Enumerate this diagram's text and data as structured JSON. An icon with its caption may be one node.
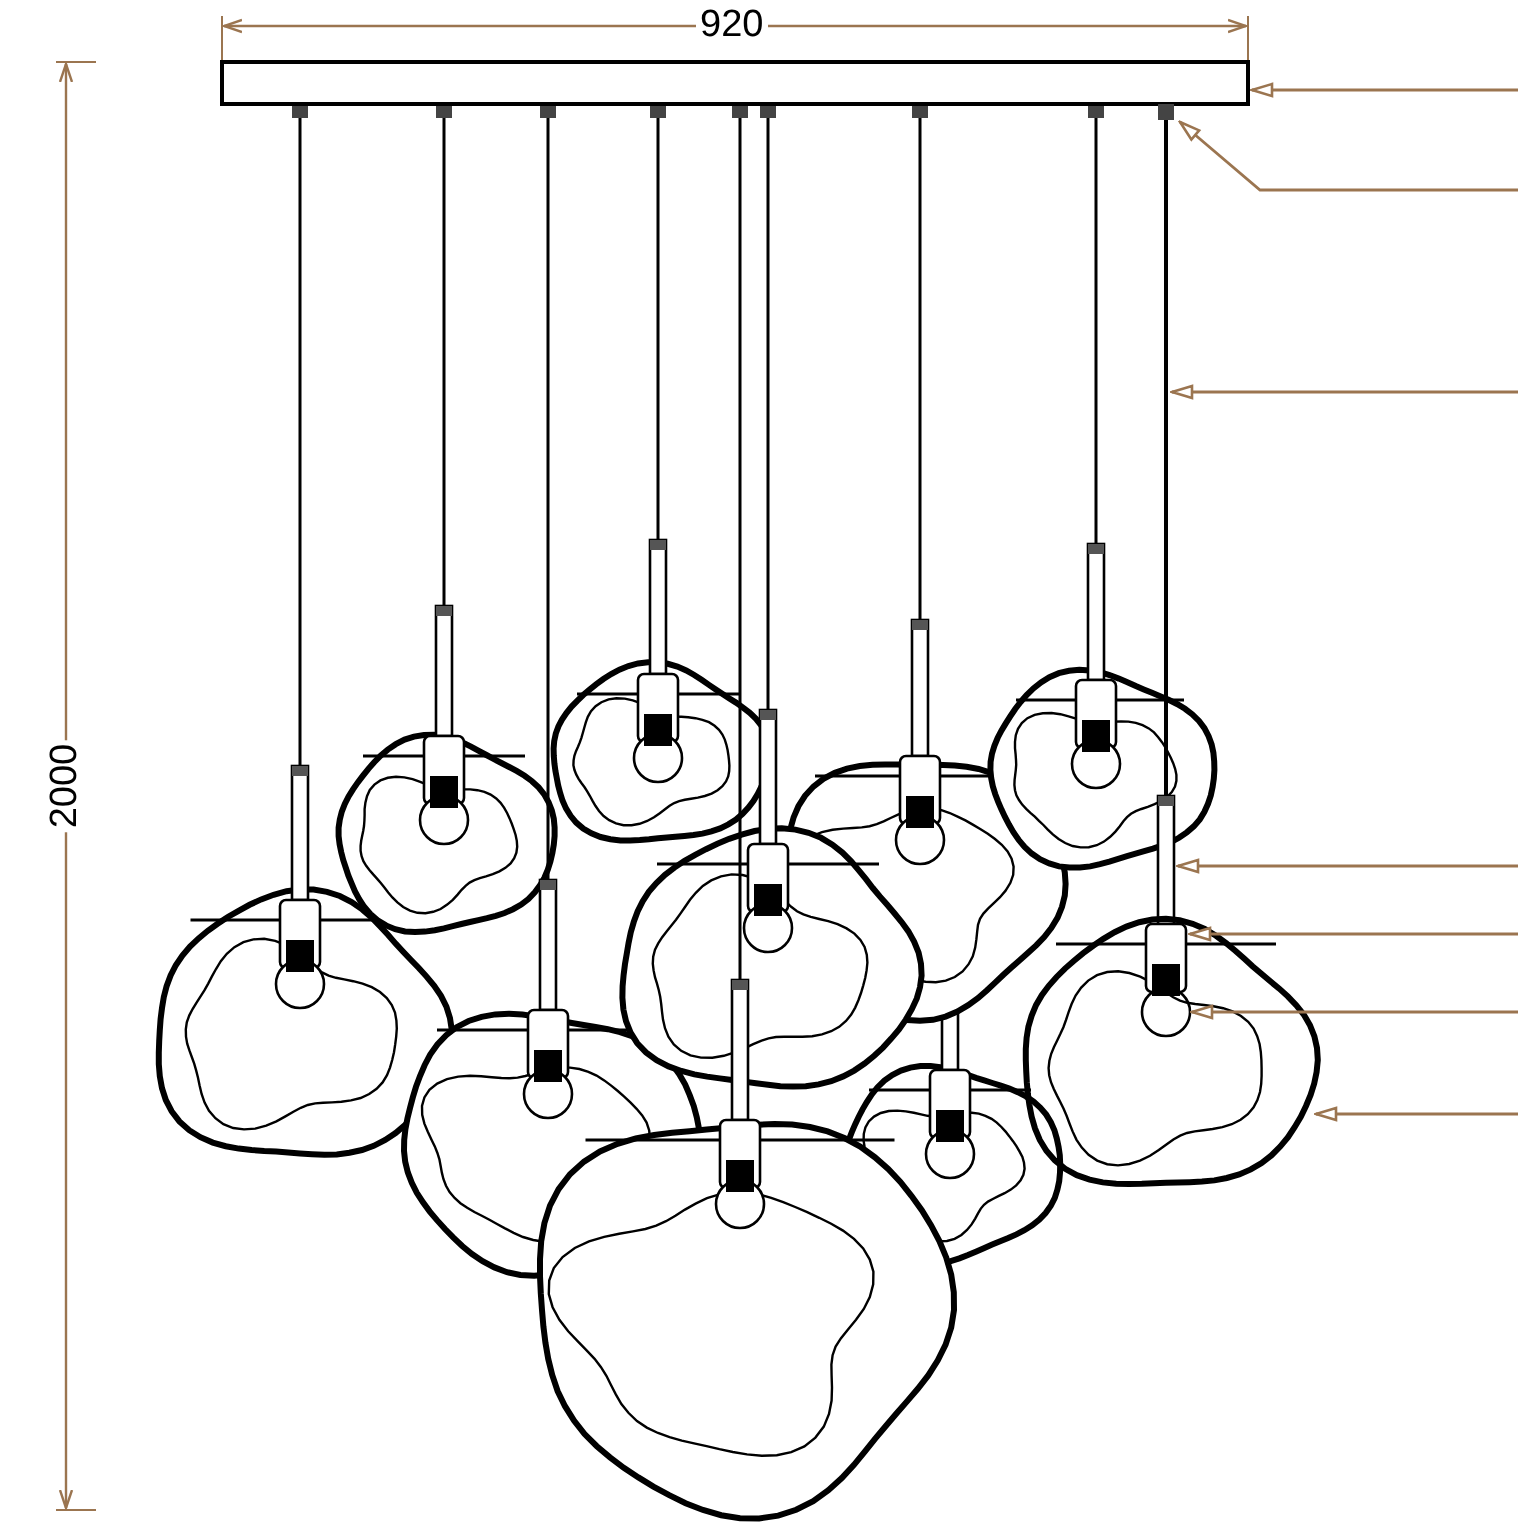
{
  "diagram": {
    "nodes": [
      {
        "text": [],
        "shape": "bar"
      },
      {
        "text": [],
        "shape": "box"
      },
      {
        "text": [],
        "shape": "line"
      },
      {
        "text": [],
        "shape": "cylinder"
      },
      {
        "text": [],
        "shape": "box",
        "in": 6
      },
      {
        "text": [],
        "shape": "circle",
        "in": 6
      },
      {
        "text": [],
        "shape": "blob"
      }
    ],
    "edges": [
      {
        "from": null,
        "to": 0,
        "arrow": "to"
      },
      {
        "from": null,
        "to": 1,
        "arrow": "to"
      },
      {
        "from": null,
        "to": 2,
        "arrow": "to"
      },
      {
        "from": null,
        "to": 3,
        "arrow": "to"
      },
      {
        "from": null,
        "to": 4,
        "arrow": "to"
      },
      {
        "from": null,
        "to": 5,
        "arrow": "to"
      },
      {
        "from": null,
        "to": 6,
        "arrow": "to"
      }
    ],
    "labels": [
      "920",
      "2000"
    ]
  }
}
